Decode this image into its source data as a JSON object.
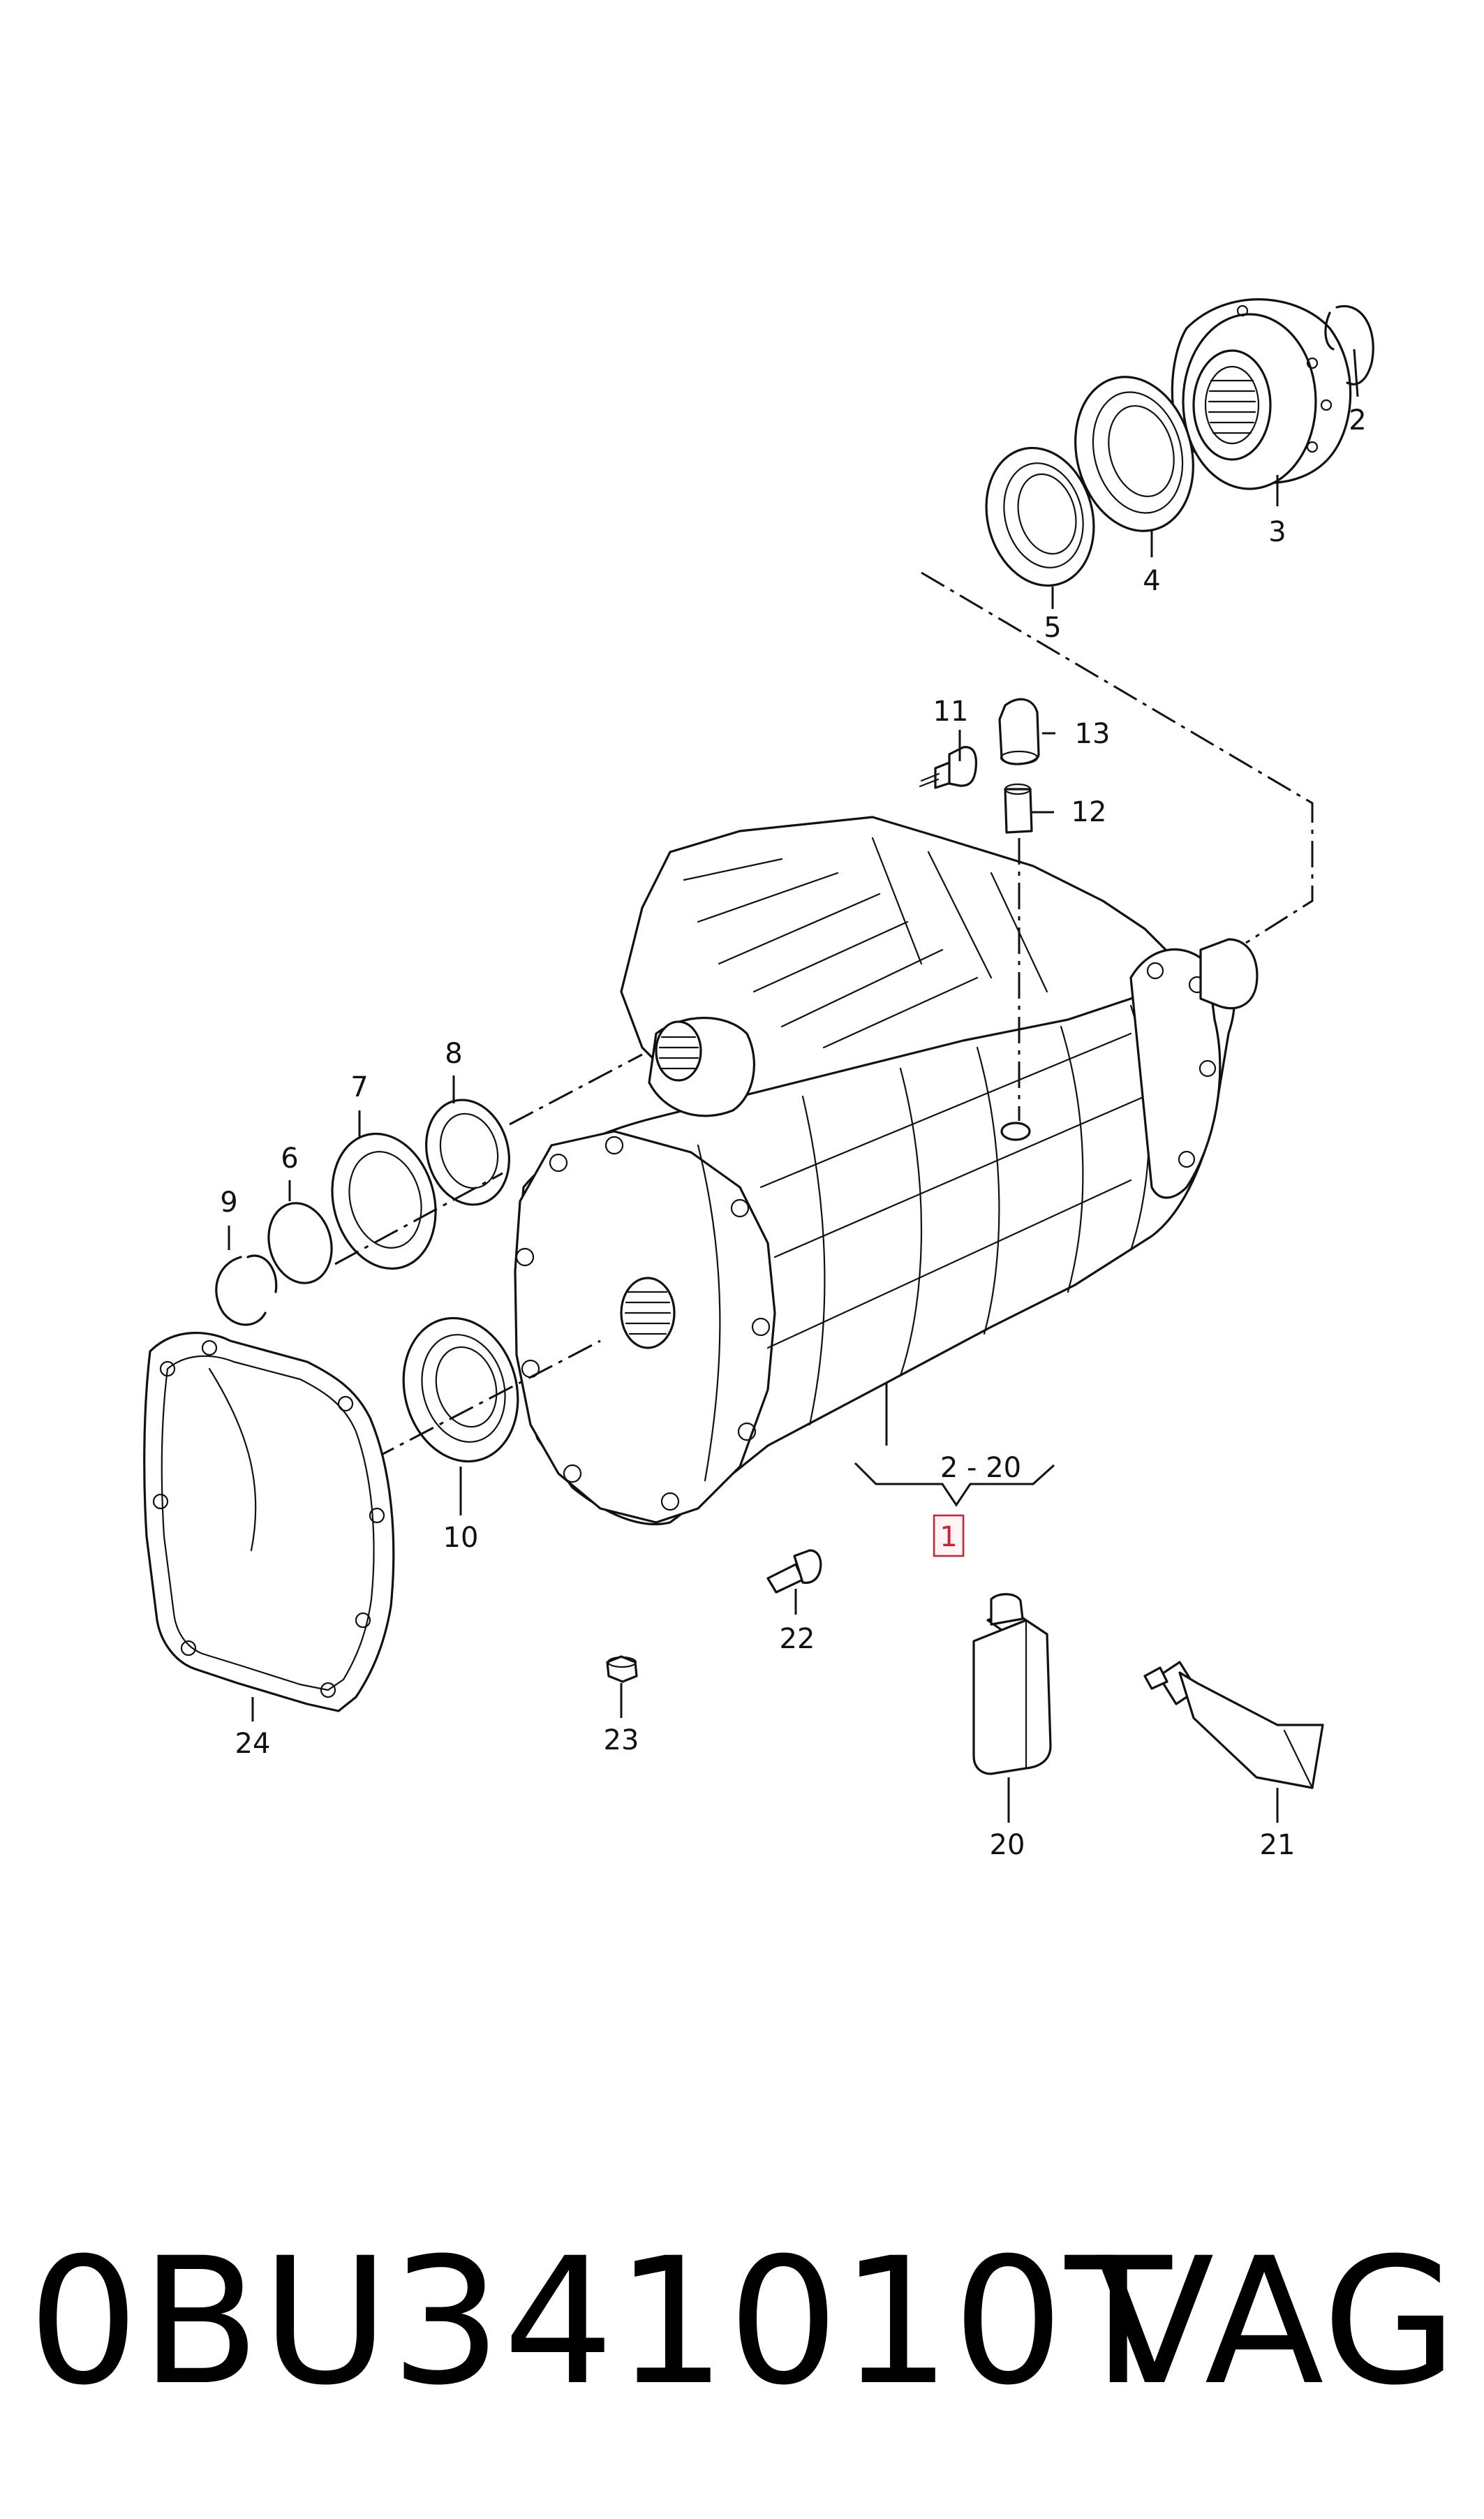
{
  "callouts": {
    "c1": "1",
    "c2": "2",
    "c3": "3",
    "c4": "4",
    "c5": "5",
    "c6": "6",
    "c7": "7",
    "c8": "8",
    "c9": "9",
    "c10": "10",
    "c11": "11",
    "c12": "12",
    "c13": "13",
    "c20": "20",
    "c21": "21",
    "c22": "22",
    "c23": "23",
    "c24": "24",
    "range": "2 - 20"
  },
  "footer": {
    "part_number": "0BU341010T",
    "brand": "VAG"
  },
  "colors": {
    "highlight": "#cc2233",
    "line": "#111111",
    "background": "#ffffff"
  }
}
